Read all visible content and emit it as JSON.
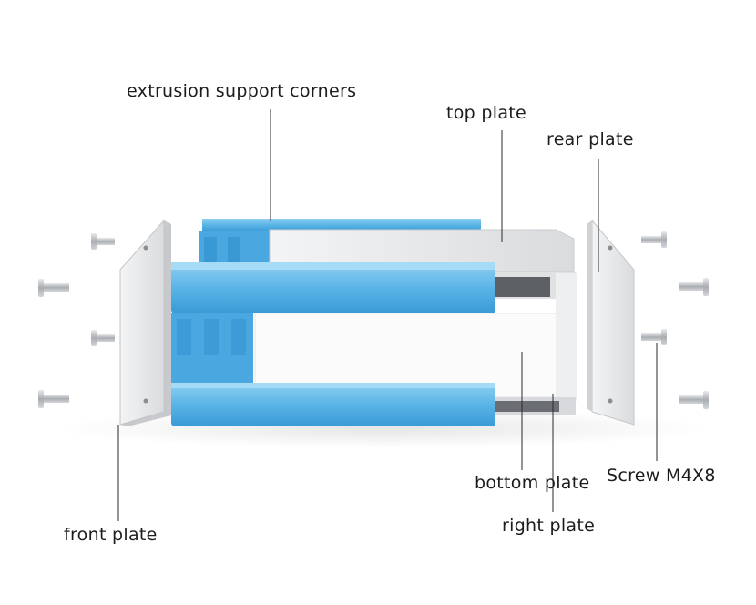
{
  "labels": {
    "extrusion_support_corners": "extrusion support corners",
    "top_plate": "top plate",
    "rear_plate": "rear plate",
    "bottom_plate": "bottom plate",
    "screw": "Screw M4X8",
    "front_plate": "front plate",
    "right_plate": "right plate"
  },
  "colors": {
    "extrusion": "#5ab4e6",
    "extrusion_dark": "#2f8fcf",
    "plate": "#e9eaec",
    "plate_shadow": "#c8cacd",
    "leader": "#2a2a2a",
    "screw": "#b9bcc0"
  }
}
